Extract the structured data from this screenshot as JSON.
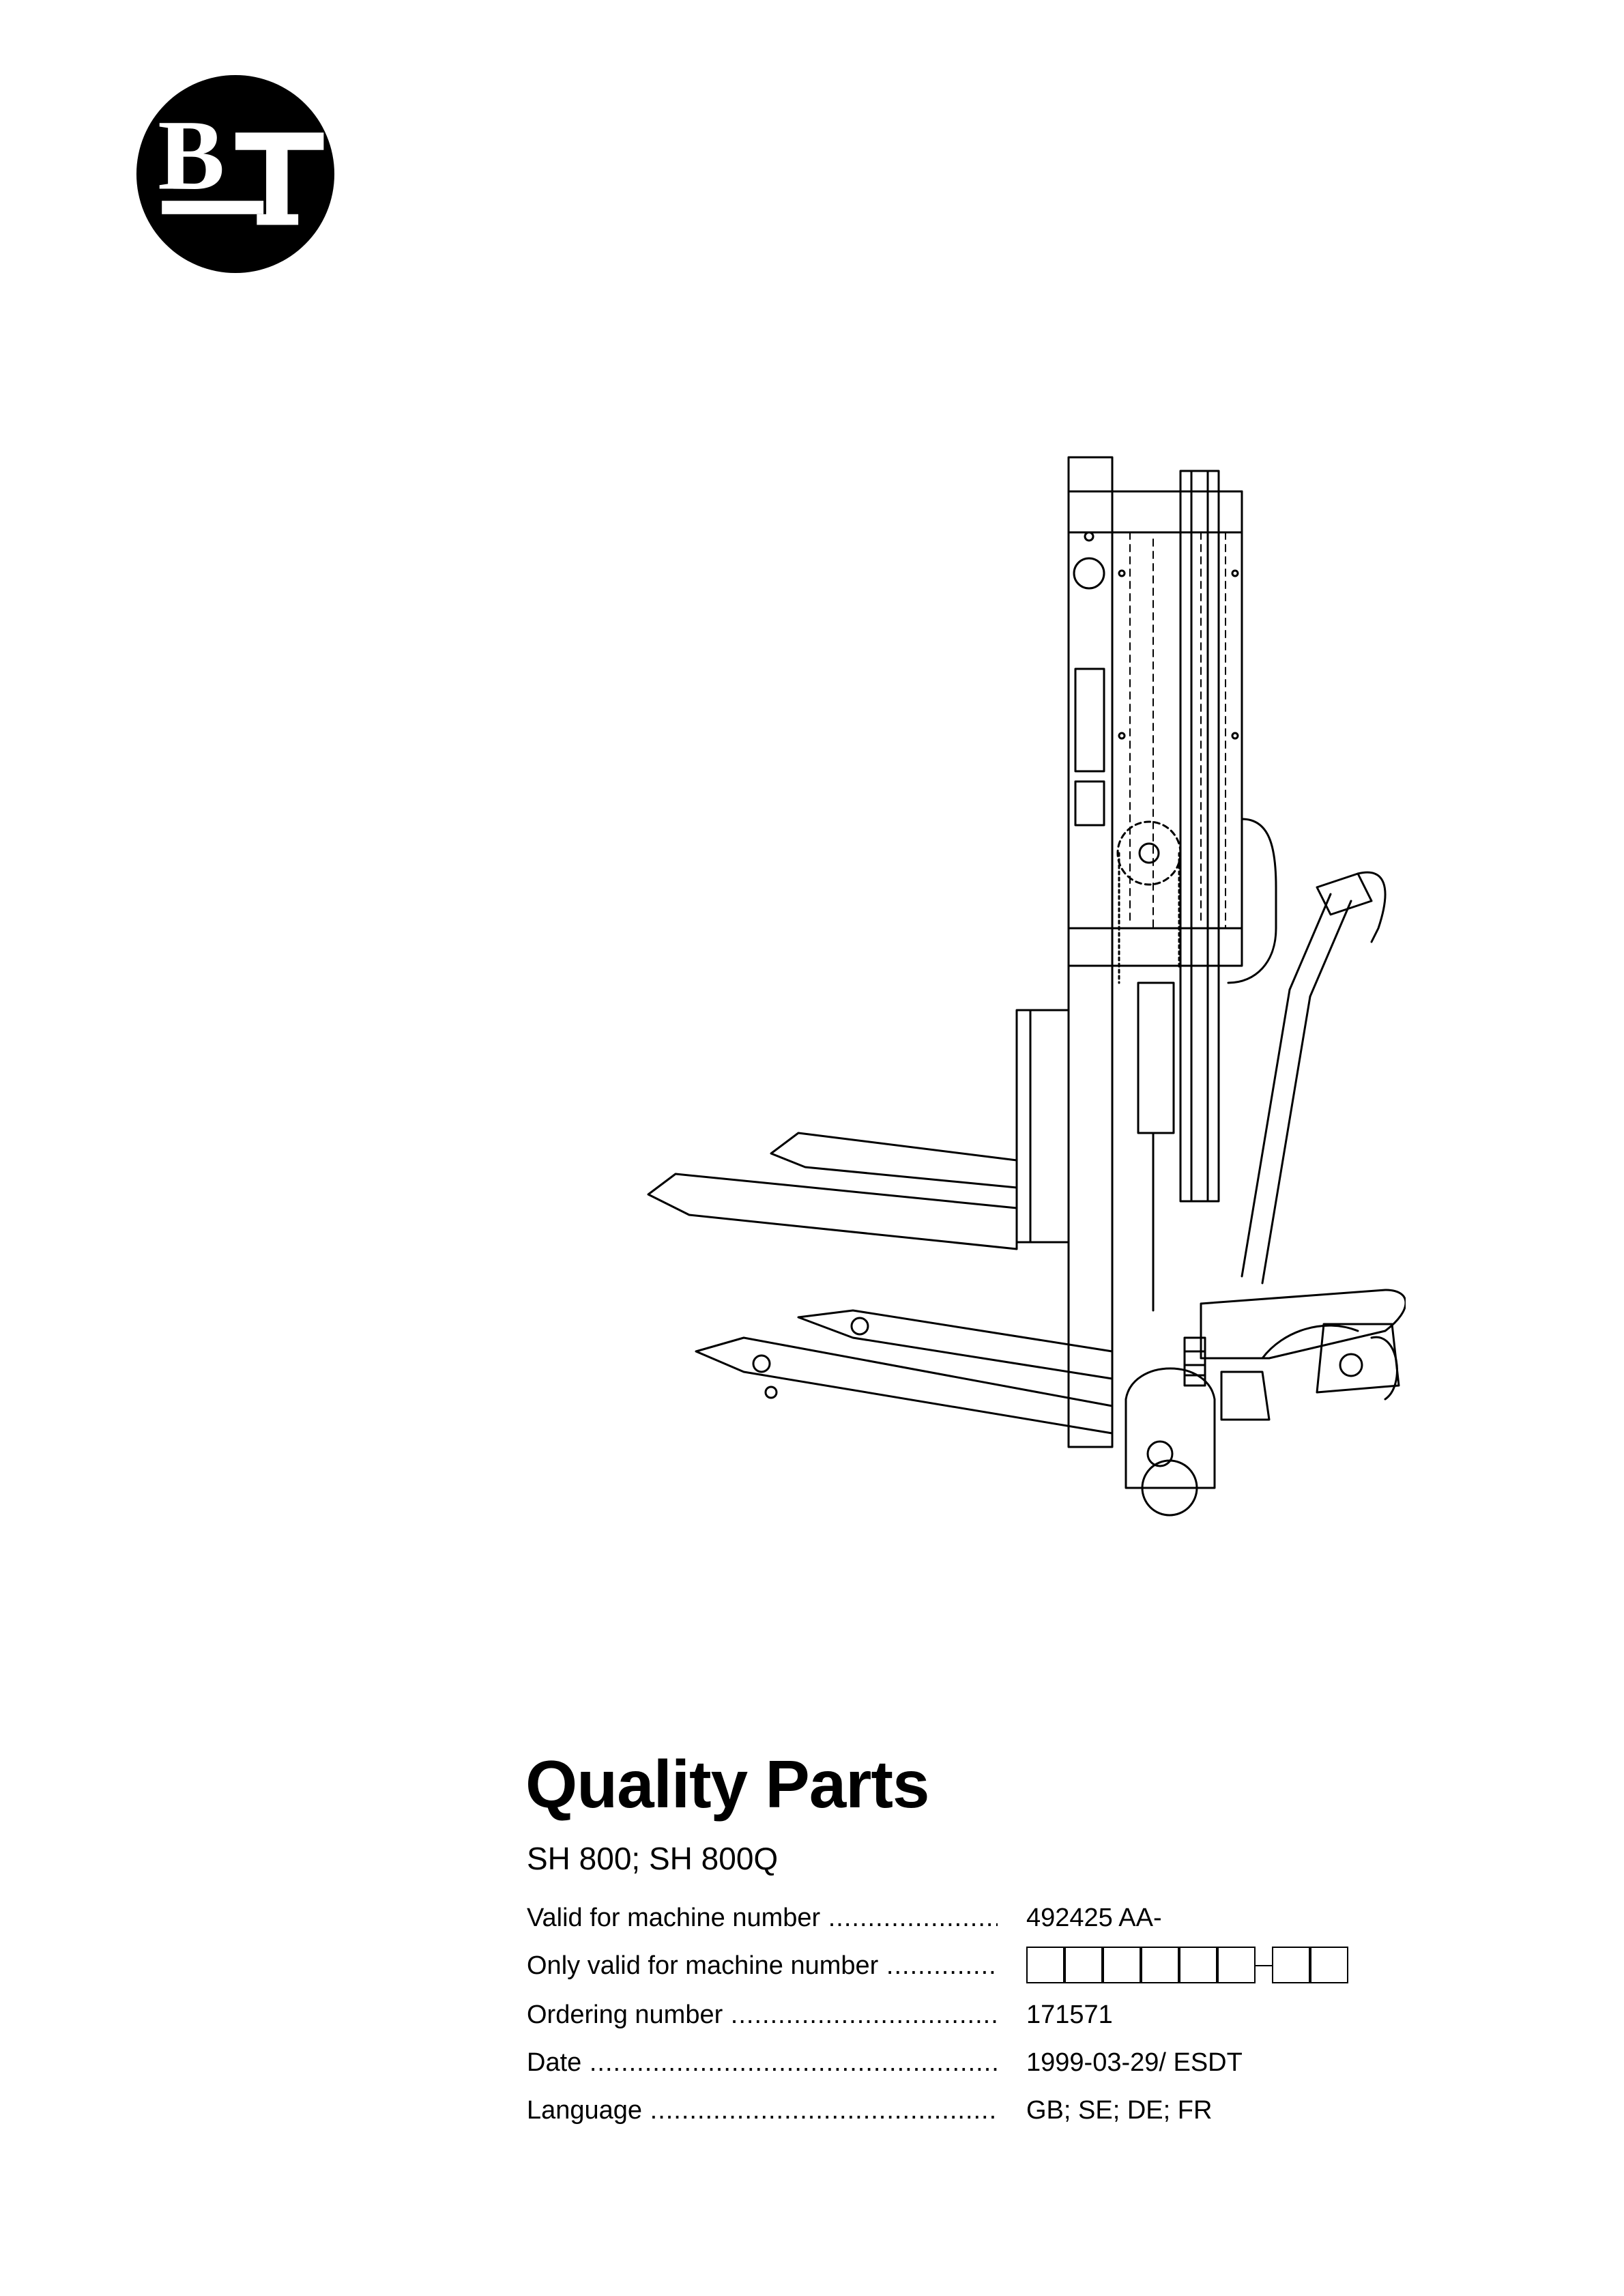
{
  "brand": {
    "logo_text": "BT",
    "logo_color": "#000000"
  },
  "illustration": {
    "name": "hand-stacker-line-drawing"
  },
  "title": "Quality Parts",
  "subtitle": "SH 800; SH 800Q",
  "info": {
    "valid_label": "Valid for machine number",
    "valid_value": "492425 AA-",
    "only_label": "Only valid for machine number",
    "only_value_boxes": 8,
    "ordering_label": "Ordering number",
    "ordering_value": "171571",
    "date_label": "Date",
    "date_value": "1999-03-29/ ESDT",
    "language_label": "Language",
    "language_value": "GB; SE; DE; FR"
  }
}
